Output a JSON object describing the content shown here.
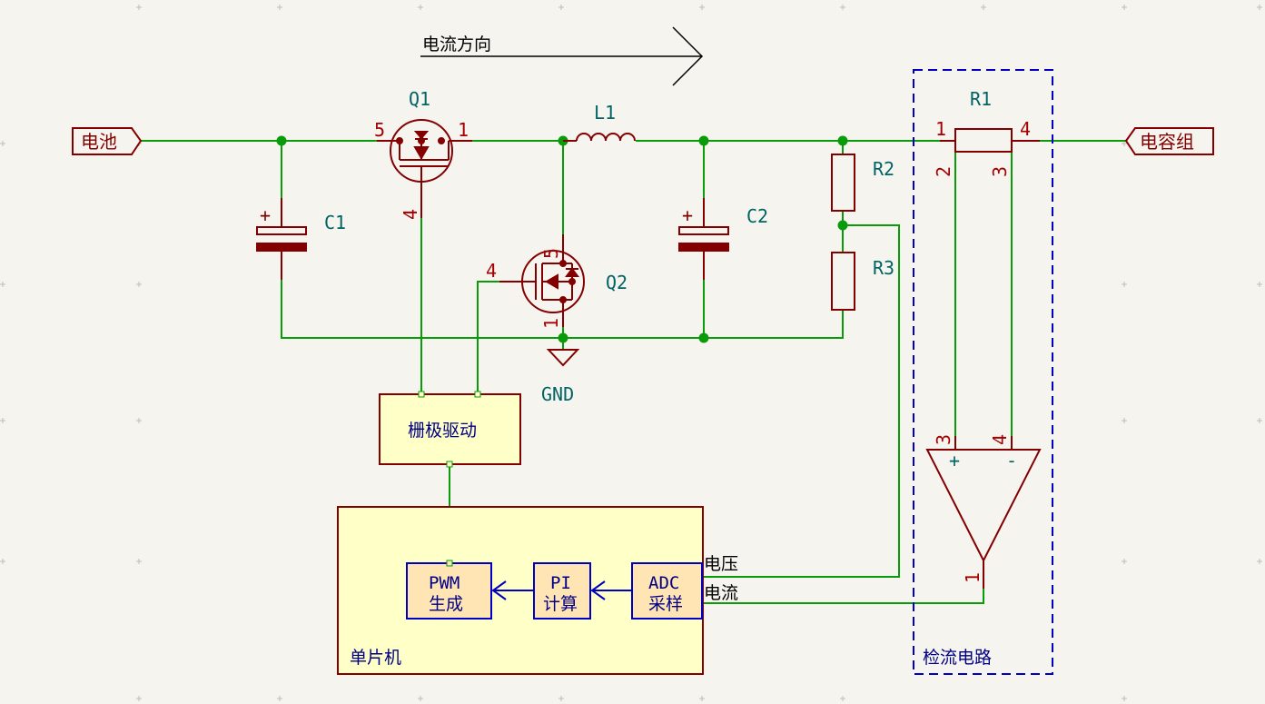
{
  "title": "电流方向",
  "colors": {
    "wire": "#0a9b0a",
    "component": "#840000",
    "refdes": "#006464",
    "pin": "#a50000",
    "sheet_border": "#840000",
    "sheet_fill": "#ffffc8",
    "block_text": "#000084",
    "dashed_box": "#0000c2",
    "background": "#f5f4ef"
  },
  "labels": {
    "battery": "电池",
    "capbank": "电容组"
  },
  "components": {
    "q1": {
      "ref": "Q1",
      "pin_left": "5",
      "pin_right": "1",
      "pin_bottom": "4"
    },
    "q2": {
      "ref": "Q2",
      "pin_top": "5",
      "pin_left": "4",
      "pin_bottom": "1"
    },
    "l1": {
      "ref": "L1"
    },
    "c1": {
      "ref": "C1",
      "plus": "+"
    },
    "c2": {
      "ref": "C2",
      "plus": "+"
    },
    "r1": {
      "ref": "R1",
      "pin1": "1",
      "pin2": "2",
      "pin3": "3",
      "pin4": "4"
    },
    "r2": {
      "ref": "R2"
    },
    "r3": {
      "ref": "R3"
    },
    "gnd": {
      "ref": "GND"
    },
    "opamp": {
      "pin_plus": "3",
      "pin_minus": "4",
      "pin_out": "1",
      "plus_sign": "+",
      "minus_sign": "-"
    }
  },
  "blocks": {
    "gate_driver": "栅极驱动",
    "mcu": "单片机",
    "pwm": [
      "PWM",
      "生成"
    ],
    "pi": [
      "PI",
      "计算"
    ],
    "adc": [
      "ADC",
      "采样"
    ],
    "signal_voltage": "电压",
    "signal_current": "电流",
    "sense_circuit": "检流电路"
  }
}
